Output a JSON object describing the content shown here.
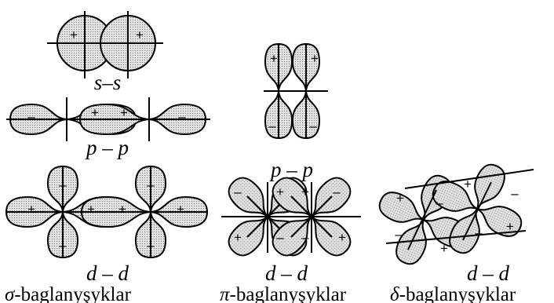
{
  "diagrams": {
    "sigma_ss": {
      "label": "s–s"
    },
    "sigma_pp": {
      "label": "p – p"
    },
    "sigma_dd": {
      "label": "d – d"
    },
    "pi_pp": {
      "label": "p – p"
    },
    "pi_dd": {
      "label": "d – d"
    },
    "delta_dd": {
      "label": "d – d"
    }
  },
  "captions": {
    "sigma_symbol": "σ",
    "sigma_text": "-baglanyşyklar",
    "pi_symbol": "π",
    "pi_text": "-baglanyşyklar",
    "delta_symbol": "δ",
    "delta_text": "-baglanyşyklar"
  },
  "signs": {
    "plus": "+",
    "minus": "–"
  },
  "style": {
    "fill": "#dcdcdc",
    "stroke": "#000000"
  }
}
